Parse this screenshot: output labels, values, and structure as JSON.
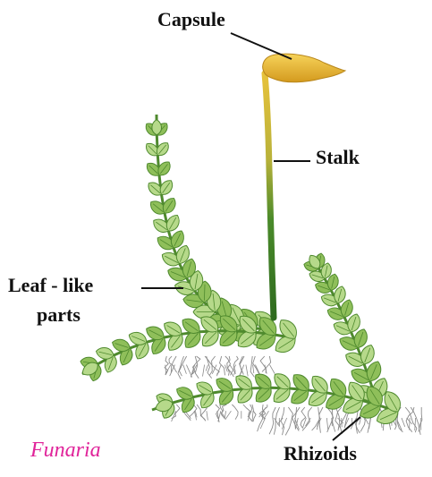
{
  "labels": {
    "capsule": "Capsule",
    "stalk": "Stalk",
    "leaf_line1": "Leaf - like",
    "leaf_line2": "parts",
    "rhizoids": "Rhizoids"
  },
  "caption": "Funaria",
  "colors": {
    "caption": "#e0249a",
    "leaf_fill": "#8fbf5a",
    "leaf_light": "#b6d98a",
    "leaf_dark": "#4f8a2e",
    "stalk_top": "#e7c23a",
    "stalk_bottom": "#2f6b1f",
    "capsule": "#e9b830",
    "rhizoid": "#8a8a8a",
    "leader": "#111111"
  }
}
